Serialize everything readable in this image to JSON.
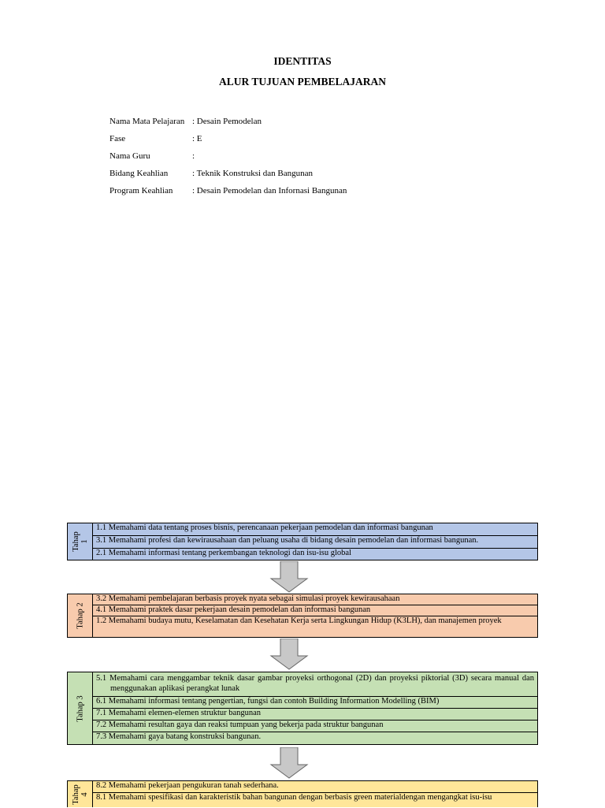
{
  "header": {
    "title_line1": "IDENTITAS",
    "title_line2": "ALUR TUJUAN PEMBELAJARAN"
  },
  "identity": [
    {
      "label": "Nama Mata Pelajaran",
      "value": ": Desain Pemodelan"
    },
    {
      "label": "Fase",
      "value": ": E"
    },
    {
      "label": "Nama Guru",
      "value": ":"
    },
    {
      "label": "Bidang Keahlian",
      "value": ": Teknik Konstruksi dan Bangunan"
    },
    {
      "label": "Program Keahlian",
      "value": ": Desain Pemodelan dan Infornasi Bangunan"
    }
  ],
  "stages": [
    {
      "label": "Tahap 1",
      "color": "#b4c6e7",
      "items": [
        "1.1 Memahami data tentang proses bisnis, perencanaan pekerjaan pemodelan dan informasi bangunan",
        "3.1 Memahami profesi dan kewirausahaan dan peluang usaha di bidang desain pemodelan dan informasi bangunan.",
        "2.1 Memahami informasi tentang perkembangan teknologi dan isu-isu global"
      ]
    },
    {
      "label": "Tahap 2",
      "color": "#f8cbad",
      "items": [
        "3.2 Memahami pembelajaran berbasis proyek nyata sebagai simulasi proyek kewirausahaan",
        "4.1 Memahami praktek dasar pekerjaan desain pemodelan dan informasi bangunan",
        "1.2 Memahami budaya mutu, Keselamatan dan Kesehatan Kerja serta Lingkungan Hidup (K3LH), dan manajemen proyek"
      ]
    },
    {
      "label": "Tahap 3",
      "color": "#c5e0b4",
      "items": [
        "5.1 Memahami cara menggambar teknik dasar gambar proyeksi orthogonal (2D) dan proyeksi piktorial (3D) secara manual dan menggunakan aplikasi perangkat lunak",
        "6.1 Memahami informasi  tentang pengertian, fungsi dan contoh Building Information Modelling (BIM)",
        "7.1 Memahami elemen-elemen struktur bangunan",
        "7.2 Memahami resultan gaya dan reaksi tumpuan yang bekerja pada struktur bangunan",
        "7.3 Memahami gaya batang konstruksi bangunan."
      ]
    },
    {
      "label": "Tahap 4",
      "color": "#ffe699",
      "items": [
        "8.2 Memahami pekerjaan pengukuran tanah sederhana.",
        "8.1 Memahami spesifikasi dan karakteristik bahan bangunan dengan berbasis green materialdengan mengangkat isu-isu"
      ]
    }
  ]
}
